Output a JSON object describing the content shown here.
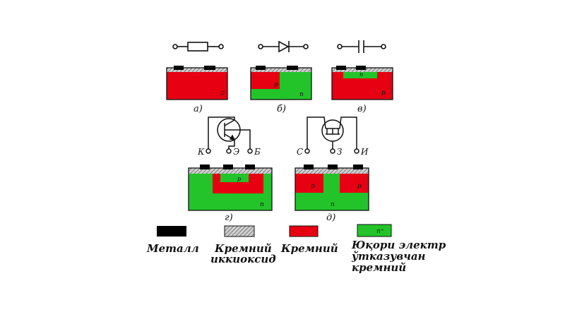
{
  "colors": {
    "silicon": "#e60012",
    "doped": "#22c42a",
    "metal": "#000000",
    "oxide": "#c8c8c8",
    "line": "#111111"
  },
  "panels": {
    "a": {
      "caption": "а)",
      "symbol": "resistor"
    },
    "b": {
      "caption": "б)",
      "symbol": "diode",
      "region": "n"
    },
    "v": {
      "caption": "в)",
      "symbol": "capacitor",
      "region": "n"
    },
    "g": {
      "caption": "г)",
      "symbol": "bipolar-transistor",
      "pins": [
        "К",
        "Э",
        "Б"
      ],
      "region_outer": "n",
      "region_inner": "p"
    },
    "d": {
      "caption": "д)",
      "symbol": "field-effect-transistor",
      "pins": [
        "С",
        "З",
        "И"
      ],
      "region": "n"
    }
  },
  "legend": [
    {
      "lines": [
        "Металл"
      ],
      "swatch": "metal"
    },
    {
      "lines": [
        "Кремний",
        "иккиоксид"
      ],
      "swatch": "oxide"
    },
    {
      "lines": [
        "Кремний"
      ],
      "swatch": "silicon"
    },
    {
      "lines": [
        "Юқори электр",
        "ўтказувчан",
        "кремний"
      ],
      "swatch": "doped",
      "mark": "n⁺"
    }
  ]
}
